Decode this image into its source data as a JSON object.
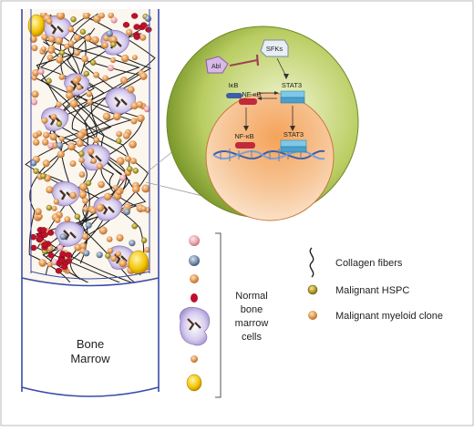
{
  "figure": {
    "bone_marrow_label_line1": "Bone",
    "bone_marrow_label_line2": "Marrow",
    "inset": {
      "drug_label": "Abl",
      "sfks_label": "SFKs",
      "ikb_label": "IκB",
      "nfkb_cyto_label": "NF-κB",
      "stat3_cyto_label": "STAT3",
      "nfkb_nuc_label": "NF-κB",
      "stat3_nuc_label": "STAT3"
    },
    "normal_cells_label_line1": "Normal",
    "normal_cells_label_line2": "bone",
    "normal_cells_label_line3": "marrow",
    "normal_cells_label_line4": "cells",
    "legend": [
      {
        "label": "Collagen fibers",
        "icon": "wavy-fiber-icon"
      },
      {
        "label": "Malignant HSPC",
        "icon": "green-dot-icon"
      },
      {
        "label": "Malignant myeloid clone",
        "icon": "orange-dot-icon"
      }
    ]
  },
  "colors": {
    "cell_outer": "#c7d88a",
    "cell_inner": "#f08a2a",
    "tube_border": "#3a4aa8",
    "rbc": "#c0102a",
    "orange_cell": "#e8a060",
    "blue_cell": "#6f86a8",
    "pink_cell": "#e8a0a8",
    "yellow_cell": "#f2c200",
    "macrophage": "#b9a8d8"
  }
}
